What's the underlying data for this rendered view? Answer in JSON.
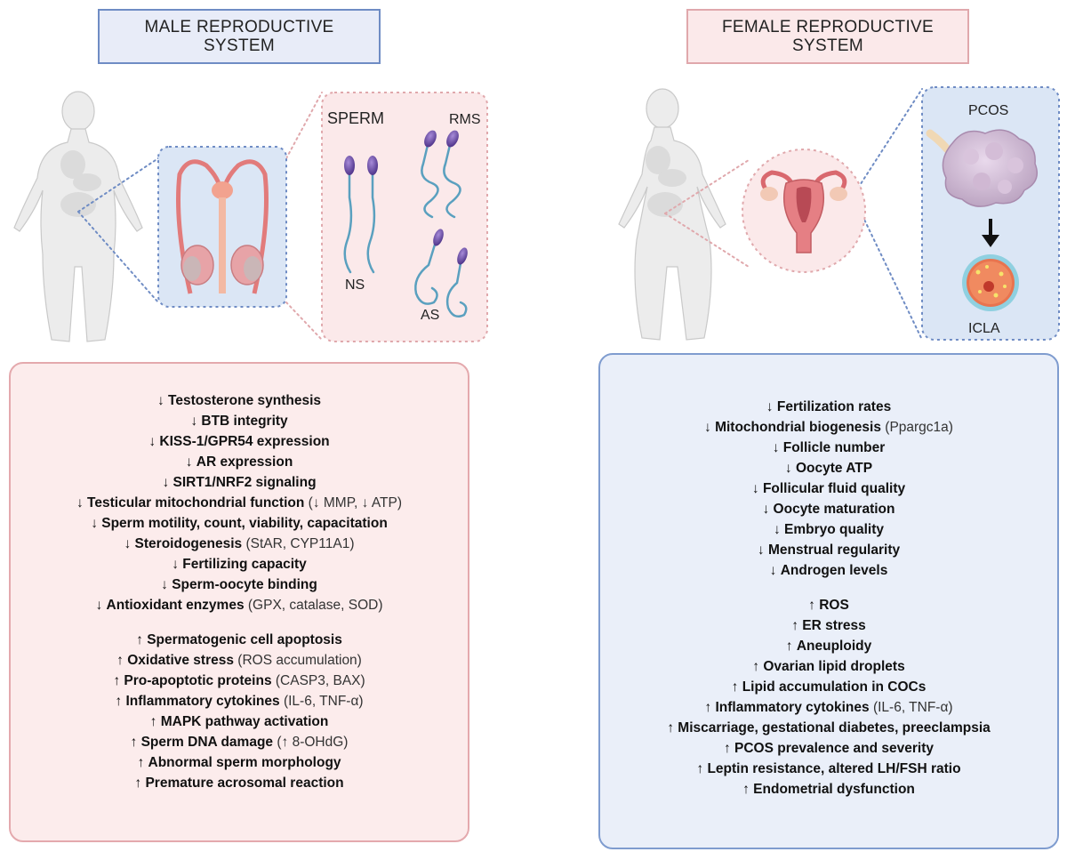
{
  "titles": {
    "male": "MALE REPRODUCTIVE\nSYSTEM",
    "female": "FEMALE REPRODUCTIVE\nSYSTEM"
  },
  "labels": {
    "sperm": "SPERM",
    "rms": "RMS",
    "ns": "NS",
    "as": "AS",
    "pcos": "PCOS",
    "icla": "ICLA"
  },
  "colors": {
    "male_accent": "#6f8cc4",
    "female_accent": "#e0a8ac",
    "male_panel_bg": "#fcecec",
    "female_panel_bg": "#eaeff9"
  },
  "male_effects": {
    "decreased": [
      {
        "arrow": "↓",
        "bold": "Testosterone synthesis",
        "normal": ""
      },
      {
        "arrow": "↓",
        "bold": "BTB integrity",
        "normal": ""
      },
      {
        "arrow": "↓",
        "bold": "KISS-1/GPR54 expression",
        "normal": ""
      },
      {
        "arrow": "↓",
        "bold": "AR expression",
        "normal": ""
      },
      {
        "arrow": "↓",
        "bold": "SIRT1/NRF2 signaling",
        "normal": ""
      },
      {
        "arrow": "↓",
        "bold": "Testicular mitochondrial function",
        "normal": "(↓ MMP, ↓ ATP)"
      },
      {
        "arrow": "↓",
        "bold": "Sperm motility, count, viability, capacitation",
        "normal": ""
      },
      {
        "arrow": "↓",
        "bold": "Steroidogenesis",
        "normal": "(StAR, CYP11A1)"
      },
      {
        "arrow": "↓",
        "bold": "Fertilizing capacity",
        "normal": ""
      },
      {
        "arrow": "↓",
        "bold": "Sperm-oocyte binding",
        "normal": ""
      },
      {
        "arrow": "↓",
        "bold": "Antioxidant enzymes",
        "normal": "(GPX, catalase, SOD)"
      }
    ],
    "increased": [
      {
        "arrow": "↑",
        "bold": "Spermatogenic cell apoptosis",
        "normal": ""
      },
      {
        "arrow": "↑",
        "bold": "Oxidative stress",
        "normal": "(ROS accumulation)"
      },
      {
        "arrow": "↑",
        "bold": "Pro-apoptotic proteins",
        "normal": "(CASP3, BAX)"
      },
      {
        "arrow": "↑",
        "bold": "Inflammatory cytokines",
        "normal": "(IL-6, TNF-α)"
      },
      {
        "arrow": "↑",
        "bold": "MAPK pathway activation",
        "normal": ""
      },
      {
        "arrow": "↑",
        "bold": "Sperm DNA damage",
        "normal": "(↑ 8-OHdG)"
      },
      {
        "arrow": "↑",
        "bold": "Abnormal sperm morphology",
        "normal": ""
      },
      {
        "arrow": "↑",
        "bold": "Premature acrosomal reaction",
        "normal": ""
      }
    ]
  },
  "female_effects": {
    "decreased": [
      {
        "arrow": "↓",
        "bold": "Fertilization rates",
        "normal": ""
      },
      {
        "arrow": "↓",
        "bold": "Mitochondrial biogenesis",
        "normal": "(Ppargc1a)"
      },
      {
        "arrow": "↓",
        "bold": "Follicle number",
        "normal": ""
      },
      {
        "arrow": "↓",
        "bold": "Oocyte ATP",
        "normal": ""
      },
      {
        "arrow": "↓",
        "bold": "Follicular fluid quality",
        "normal": ""
      },
      {
        "arrow": "↓",
        "bold": "Oocyte maturation",
        "normal": ""
      },
      {
        "arrow": "↓",
        "bold": "Embryo quality",
        "normal": ""
      },
      {
        "arrow": "↓",
        "bold": "Menstrual regularity",
        "normal": ""
      },
      {
        "arrow": "↓",
        "bold": "Androgen levels",
        "normal": ""
      }
    ],
    "increased": [
      {
        "arrow": "↑",
        "bold": "ROS",
        "normal": ""
      },
      {
        "arrow": "↑",
        "bold": "ER stress",
        "normal": ""
      },
      {
        "arrow": "↑",
        "bold": "Aneuploidy",
        "normal": ""
      },
      {
        "arrow": "↑",
        "bold": "Ovarian lipid droplets",
        "normal": ""
      },
      {
        "arrow": "↑",
        "bold": "Lipid accumulation in COCs",
        "normal": ""
      },
      {
        "arrow": "↑",
        "bold": "Inflammatory cytokines",
        "normal": "(IL-6, TNF-α)"
      },
      {
        "arrow": "↑",
        "bold": "Miscarriage, gestational diabetes, preeclampsia",
        "normal": ""
      },
      {
        "arrow": "↑",
        "bold": "PCOS prevalence and severity",
        "normal": ""
      },
      {
        "arrow": "↑",
        "bold": "Leptin resistance, altered LH/FSH ratio",
        "normal": ""
      },
      {
        "arrow": "↑",
        "bold": "Endometrial dysfunction",
        "normal": ""
      }
    ]
  }
}
